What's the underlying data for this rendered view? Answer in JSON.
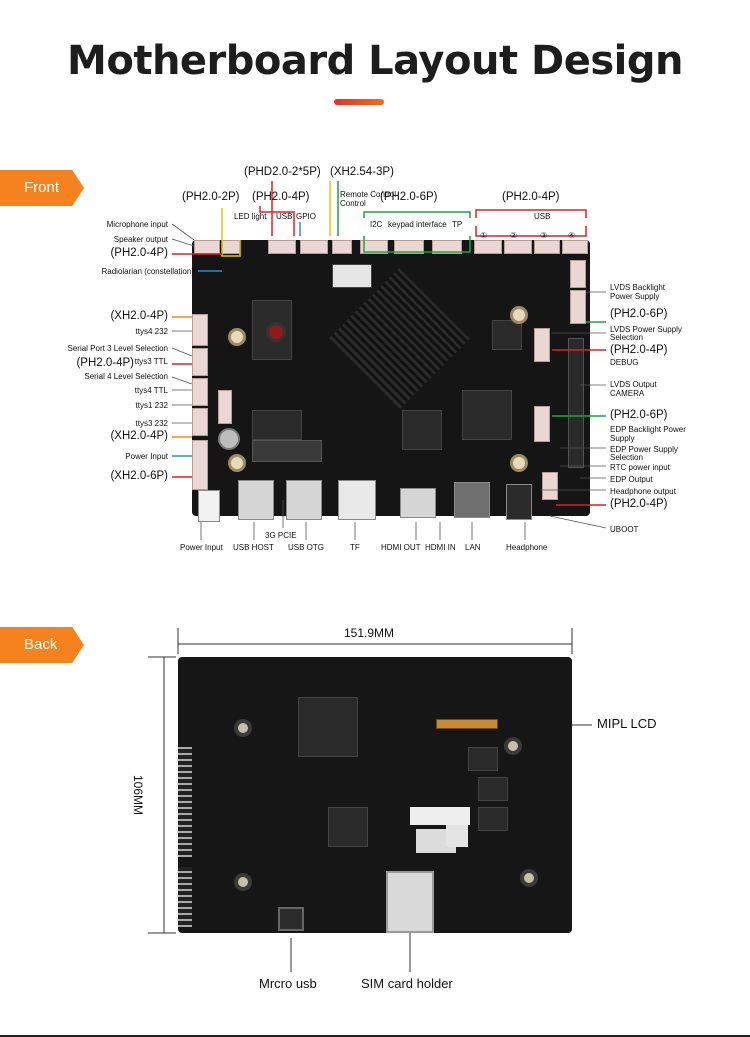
{
  "title": "Motherboard Layout Design",
  "tags": {
    "front": "Front",
    "back": "Back"
  },
  "front_labels": {
    "top_specs": [
      "(PHD2.0-2*5P)",
      "(XH2.54-3P)",
      "(PH2.0-2P)",
      "(PH2.0-4P)",
      "(PH2.0-6P)",
      "(PH2.0-4P)"
    ],
    "top_small": [
      "Remote Control",
      "LED light",
      "USB",
      "GPIO",
      "I2C",
      "keypad interface",
      "TP",
      "USB"
    ],
    "usb_numbers": [
      "①",
      "②",
      "③",
      "④"
    ],
    "left_specs": [
      "(PH2.0-4P)",
      "(XH2.0-4P)",
      "(PH2.0-4P)",
      "(XH2.0-4P)",
      "(XH2.0-6P)"
    ],
    "left_small": [
      "Microphone input",
      "Speaker output",
      "Radiolarian (constellation)",
      "ttys4 232",
      "Serial Port 3 Level Selection",
      "ttys3 TTL",
      "Serial 4 Level Selection",
      "ttys4 TTL",
      "ttys1 232",
      "ttys3 232",
      "Power Input"
    ],
    "right_specs": [
      "(PH2.0-6P)",
      "(PH2.0-4P)",
      "(PH2.0-6P)",
      "(PH2.0-4P)"
    ],
    "right_small": [
      "LVDS Backlight",
      "Power Supply",
      "LVDS Power Supply",
      "Selection",
      "DEBUG",
      "LVDS Output",
      "CAMERA",
      "EDP Backlight Power",
      "Supply",
      "EDP Power Supply",
      "Selection",
      "RTC power input",
      "EDP Output",
      "Headphone output",
      "UBOOT"
    ],
    "bottom": [
      "Power Input",
      "USB HOST",
      "3G PCIE",
      "USB OTG",
      "TF",
      "HDMI OUT",
      "HDMI IN",
      "LAN",
      "Headphone"
    ]
  },
  "back_labels": {
    "width_dim": "151.9MM",
    "height_dim": "106MM",
    "mipl": "MIPL LCD",
    "micro_usb": "Mrcro usb",
    "sim": "SIM card holder"
  },
  "colors": {
    "accent": "#f5821f",
    "red": "#e02020",
    "green": "#19a640",
    "orange": "#f08a1c",
    "yellow": "#e6c900",
    "blue": "#2a8fd6"
  }
}
